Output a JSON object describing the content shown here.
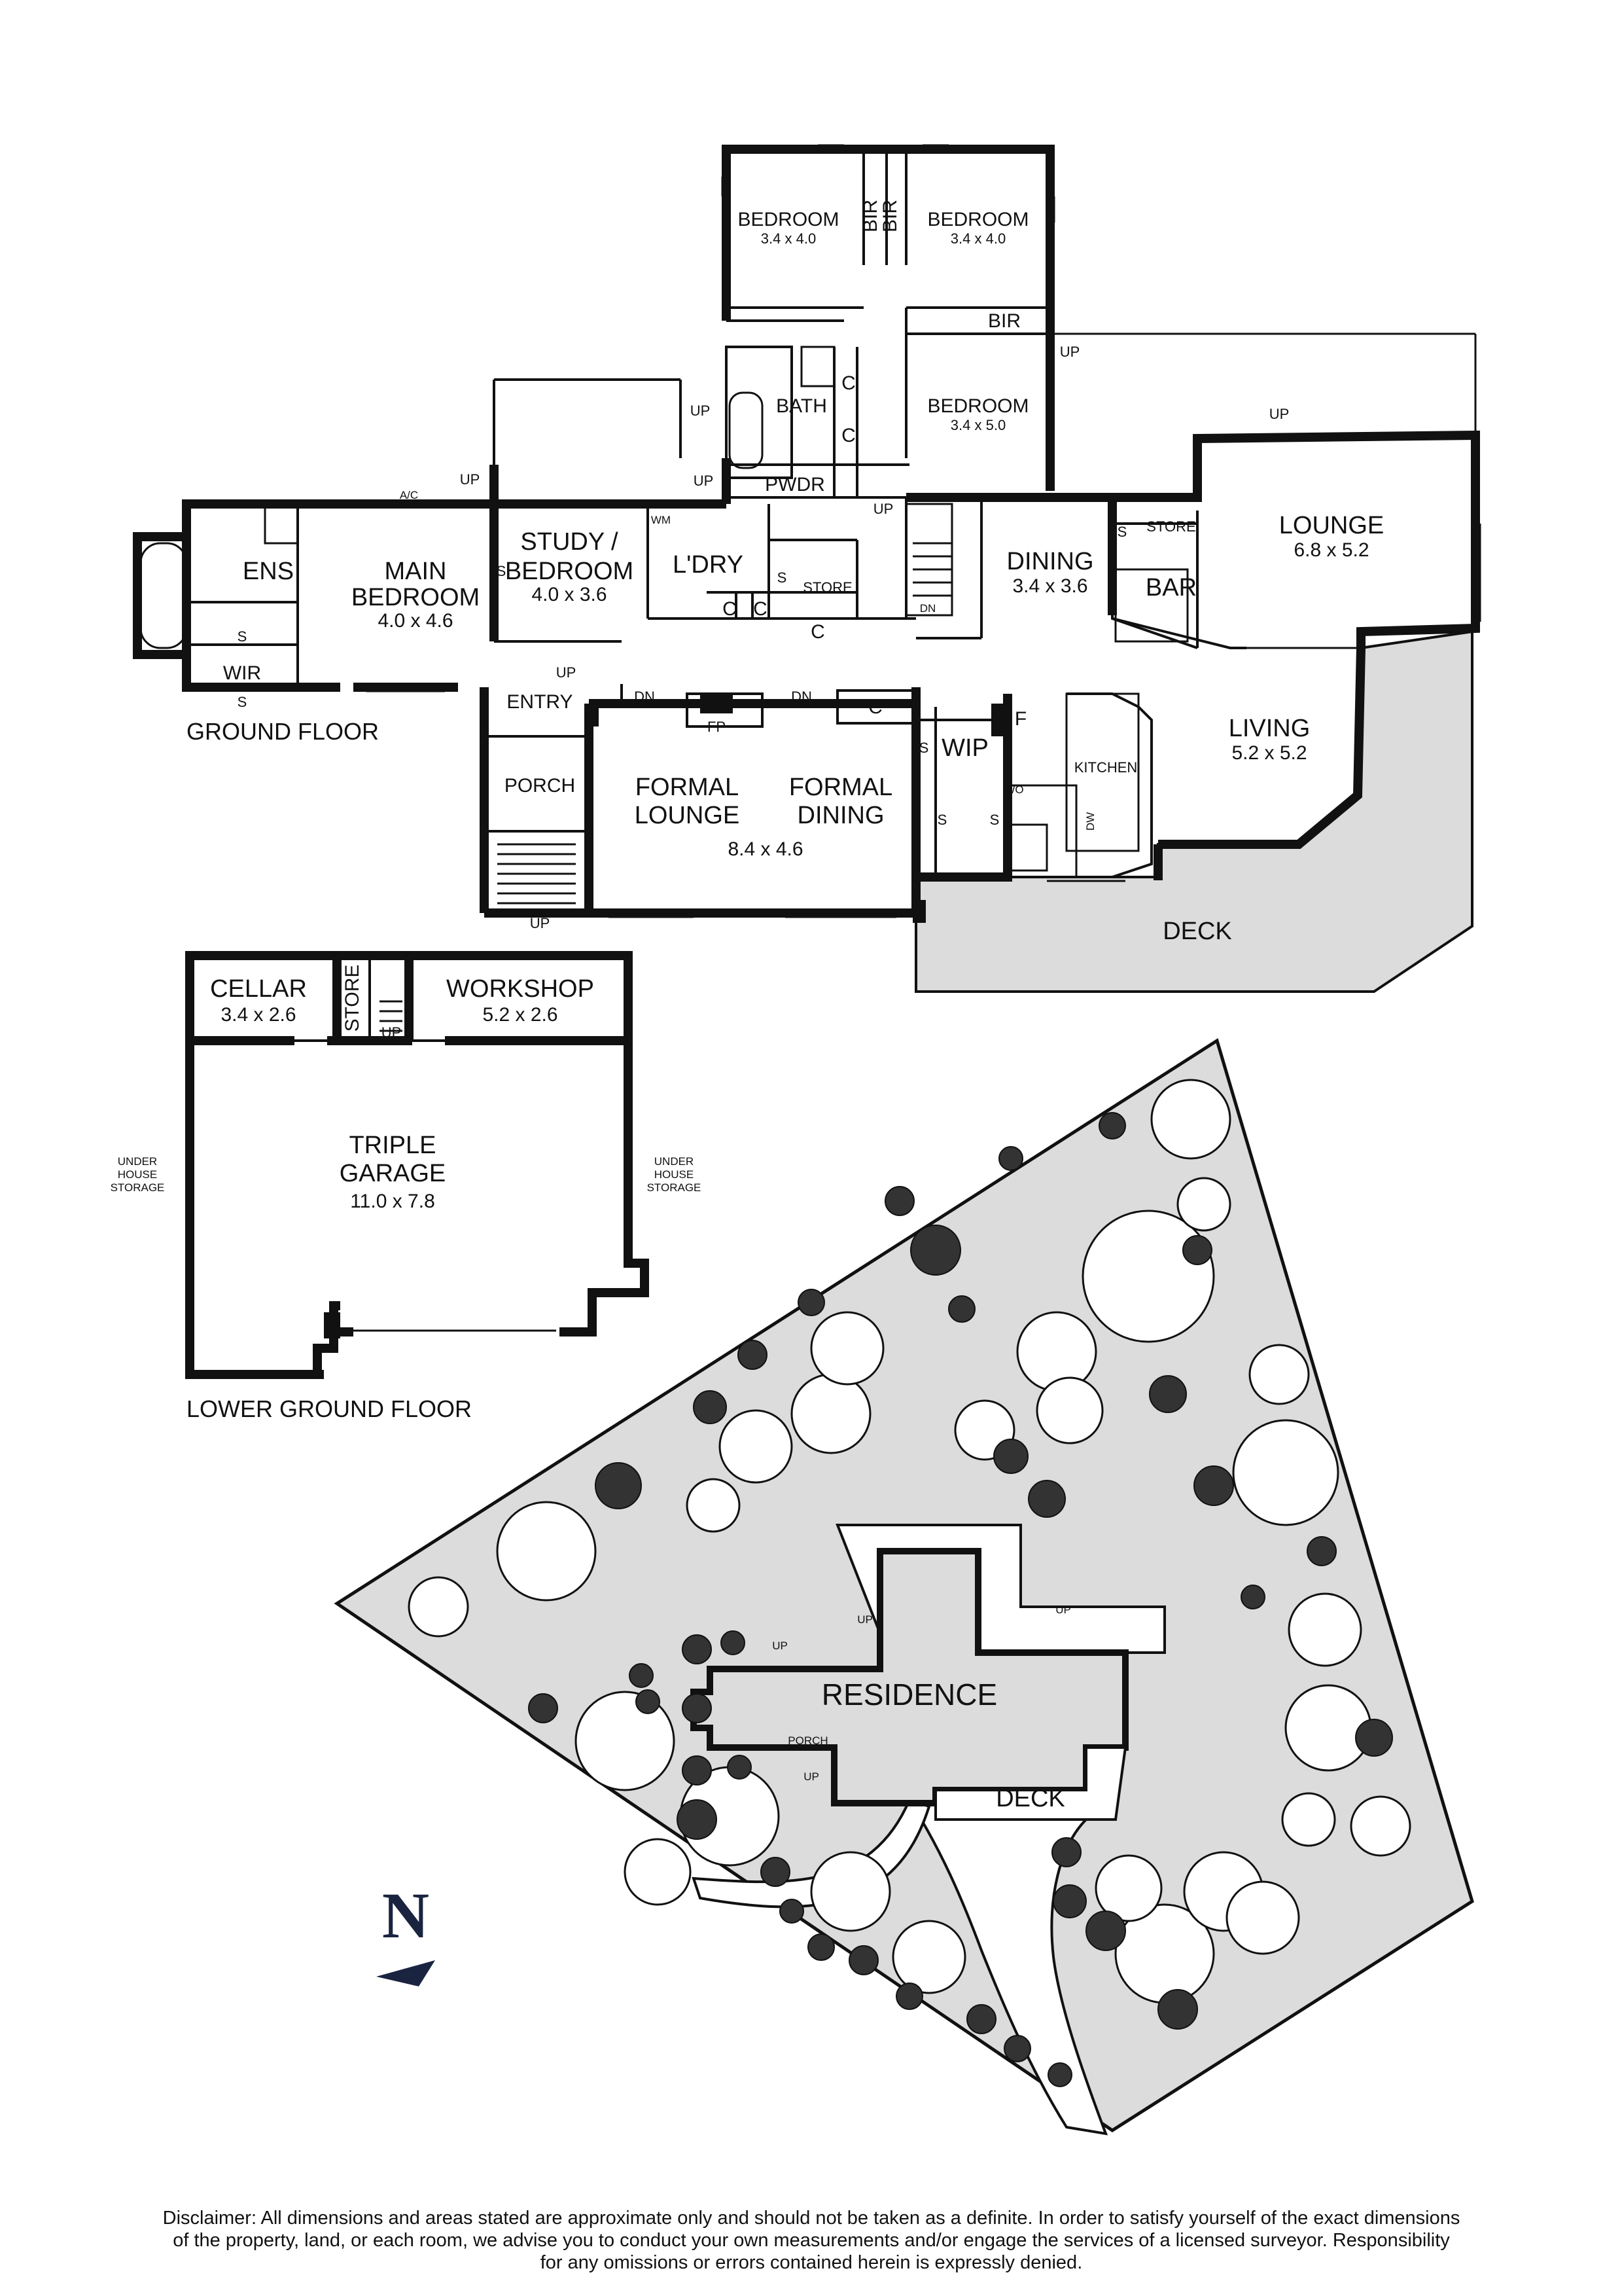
{
  "ground_floor": {
    "label": "GROUND FLOOR",
    "rooms": {
      "bedroom_left": {
        "name": "BEDROOM",
        "dims": "3.4 x 4.0"
      },
      "bedroom_right": {
        "name": "BEDROOM",
        "dims": "3.4 x 4.0"
      },
      "bedroom_lower": {
        "name": "BEDROOM",
        "dims": "3.4 x 5.0"
      },
      "bir1": "BIR",
      "bir2": "BIR",
      "bir3": "BIR",
      "bath": "BATH",
      "pwdr": "PWDR",
      "ens": "ENS",
      "main_bedroom": {
        "name1": "MAIN",
        "name2": "BEDROOM",
        "dims": "4.0 x 4.6"
      },
      "wir": "WIR",
      "study": {
        "name1": "STUDY /",
        "name2": "BEDROOM",
        "dims": "4.0 x 3.6"
      },
      "ldry": "L'DRY",
      "store_mid": "STORE",
      "store_lounge": "STORE",
      "dining": {
        "name": "DINING",
        "dims": "3.4 x 3.6"
      },
      "lounge": {
        "name": "LOUNGE",
        "dims": "6.8 x 5.2"
      },
      "bar": "BAR",
      "living": {
        "name": "LIVING",
        "dims": "5.2 x 5.2"
      },
      "entry": "ENTRY",
      "porch": "PORCH",
      "formal_lounge": {
        "name1": "FORMAL",
        "name2": "LOUNGE"
      },
      "formal_dining": {
        "name1": "FORMAL",
        "name2": "DINING"
      },
      "formal_dims": "8.4 x 4.6",
      "wip": "WIP",
      "kitchen": "KITCHEN",
      "deck": "DECK"
    },
    "marks": {
      "up": "UP",
      "dn": "DN",
      "c": "C",
      "s": "S",
      "f": "F",
      "fp": "FP",
      "wm": "WM",
      "ac": "A/C",
      "wo": "WO",
      "dw": "DW"
    }
  },
  "lower_ground_floor": {
    "label": "LOWER GROUND FLOOR",
    "cellar": {
      "name": "CELLAR",
      "dims": "3.4 x 2.6"
    },
    "store": "STORE",
    "workshop": {
      "name": "WORKSHOP",
      "dims": "5.2 x 2.6"
    },
    "garage": {
      "name1": "TRIPLE",
      "name2": "GARAGE",
      "dims": "11.0 x 7.8"
    },
    "under_house": [
      "UNDER",
      "HOUSE",
      "STORAGE"
    ],
    "up": "UP"
  },
  "site": {
    "residence": "RESIDENCE",
    "deck": "DECK",
    "porch": "PORCH",
    "up": "UP"
  },
  "north": "N",
  "disclaimer": [
    "Disclaimer: All dimensions and areas stated are approximate only and should not be taken as a definite. In order to satisfy yourself of the exact dimensions",
    "of the property, land, or each room, we advise you to conduct your own measurements and/or engage the services of a licensed surveyor. Responsibility",
    "for any omissions or errors contained herein is expressly denied."
  ]
}
